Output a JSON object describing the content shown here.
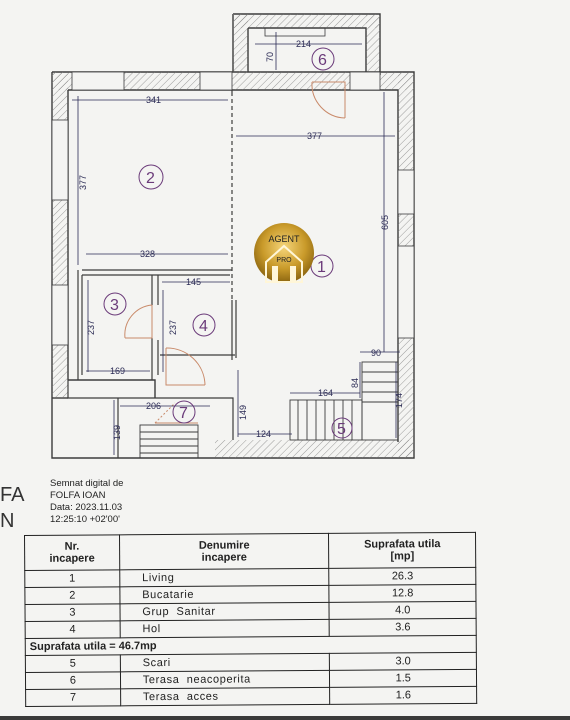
{
  "plan": {
    "dimensions": [
      "341",
      "377",
      "377",
      "605",
      "328",
      "145",
      "237",
      "237",
      "169",
      "206",
      "139",
      "149",
      "124",
      "164",
      "84",
      "90",
      "174",
      "214",
      "70"
    ],
    "rooms": [
      "1",
      "2",
      "3",
      "4",
      "5",
      "6",
      "7"
    ],
    "watermark": {
      "line1": "AGENT",
      "line2": "PRO"
    }
  },
  "signature": {
    "line1": "Semnat digital de",
    "line2": "FOLFA IOAN",
    "line3": "Data: 2023.11.03",
    "line4": "12:25:10 +02'00'"
  },
  "side_text": {
    "a": "FA",
    "b": "N"
  },
  "table": {
    "headers": {
      "nr": "Nr.\nincapere",
      "name": "Denumire\nincapere",
      "area": "Suprafata utila\n[mp]"
    },
    "rows_a": [
      {
        "nr": "1",
        "name": "Living",
        "area": "26.3"
      },
      {
        "nr": "2",
        "name": "Bucatarie",
        "area": "12.8"
      },
      {
        "nr": "3",
        "name": "Grup  Sanitar",
        "area": "4.0"
      },
      {
        "nr": "4",
        "name": "Hol",
        "area": "3.6"
      }
    ],
    "subtotal": "Suprafata utila = 46.7mp",
    "rows_b": [
      {
        "nr": "5",
        "name": "Scari",
        "area": "3.0"
      },
      {
        "nr": "6",
        "name": "Terasa  neacoperita",
        "area": "1.5"
      },
      {
        "nr": "7",
        "name": "Terasa  acces",
        "area": "1.6"
      }
    ]
  },
  "colors": {
    "wall": "#3c3c3c",
    "dimension": "#2b2b55",
    "room_label": "#6b3b7a",
    "door": "#c98a6a",
    "logo_gold": "#c99a2a"
  }
}
